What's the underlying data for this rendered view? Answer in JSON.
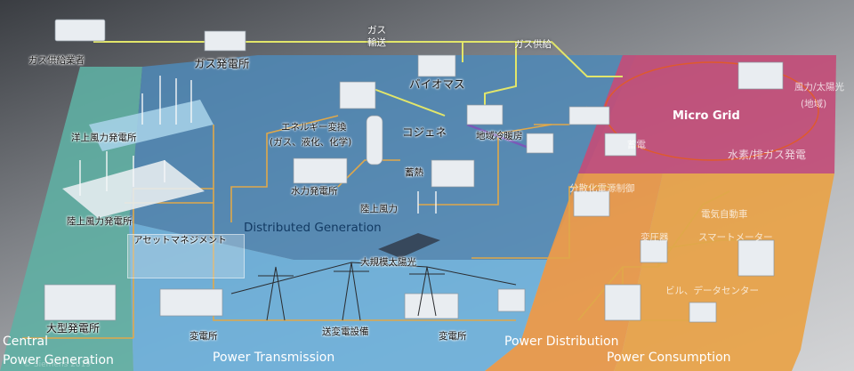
{
  "labels": {
    "gas_supplier": "ガス供給業者",
    "gas_power_plant": "ガス発電所",
    "gas_transport_l1": "ガス",
    "gas_transport_l2": "輸送",
    "gas_supply": "ガス供給",
    "biomass": "バイオマス",
    "offshore_wind": "洋上風力発電所",
    "energy_conversion_l1": "エネルギー変換",
    "energy_conversion_l2": "(ガス、液化、化学)",
    "cogeneration": "コジェネ",
    "district_heating": "地域冷暖房",
    "hydro_power": "水力発電所",
    "heat_storage": "蓄熱",
    "onshore_wind_plant": "陸上風力発電所",
    "onshore_wind": "陸上風力",
    "asset_management": "アセットマネジメント",
    "large_solar": "大規模太陽光",
    "large_power_plant": "大型発電所",
    "substation_left": "変電所",
    "transmission_equipment": "送変電設備",
    "substation_right": "変電所",
    "storage": "蓄電",
    "wind_solar": "風力/太陽光",
    "regional": "(地域)",
    "hydrogen_exhaust": "水素/排ガス発電",
    "der_control": "分散化電源制御",
    "ev": "電気自動車",
    "transformer": "変圧器",
    "smart_meter": "スマートメーター",
    "building_dc": "ビル、データセンター"
  },
  "zones": {
    "micro_grid": "Micro Grid",
    "distributed_generation": "Distributed Generation",
    "central_l1": "Central",
    "central_l2": "Power Generation",
    "power_transmission": "Power Transmission",
    "power_distribution": "Power Distribution",
    "power_consumption": "Power Consumption"
  },
  "copyright": "© Siemens 2019",
  "colors": {
    "central": "#5fb0a4",
    "distributed": "#4f88b5",
    "transmission": "#6cb0dc",
    "distribution": "#e89848",
    "consumption": "#e8a248",
    "microgrid": "#c24d78",
    "gas_line": "#e2e66a",
    "power_line": "#e0a84a",
    "heat_line": "#7a58b8"
  }
}
